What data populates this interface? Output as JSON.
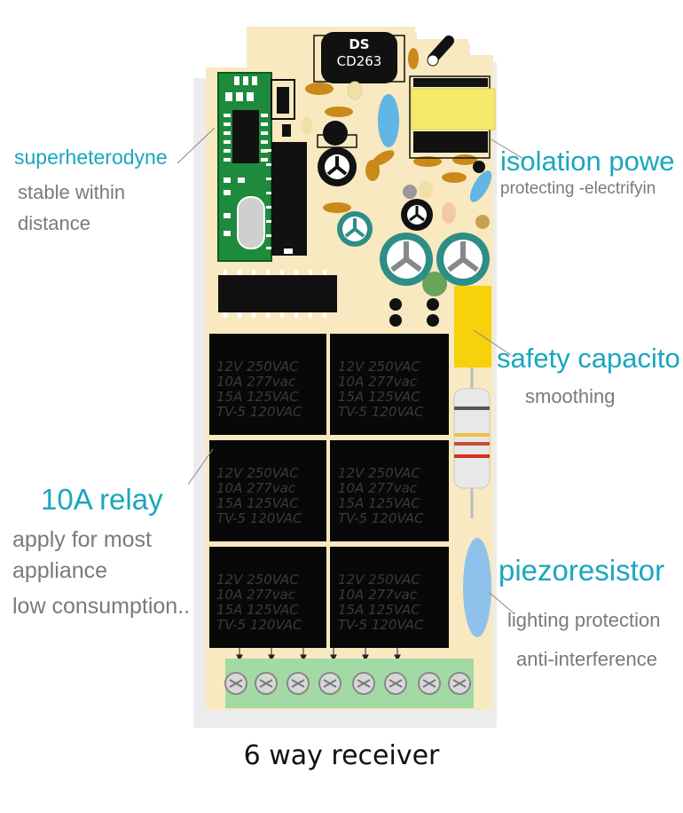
{
  "chip": {
    "line1": "DS",
    "line2": "CD263"
  },
  "relay_spec": [
    "12V 250VAC",
    "10A 277vac",
    "15A 125VAC",
    "TV-5 120VAC"
  ],
  "labels": {
    "superheterodyne": {
      "title": "superheterodyne",
      "line1": "stable within",
      "line2": "distance"
    },
    "isolation": {
      "title": "isolation powe",
      "sub": "protecting -electrifyin"
    },
    "safety": {
      "title": "safety capacito",
      "sub": "smoothing"
    },
    "relay": {
      "title": "10A relay",
      "line1": "apply for most",
      "line2": "appliance",
      "line3": "low consumption.."
    },
    "piezo": {
      "title": "piezoresistor",
      "line1": "lighting protection",
      "line2": "anti-interference"
    }
  },
  "caption": "6 way receiver",
  "colors": {
    "board": "#f8e9c0",
    "relay": "#080808",
    "terminal": "#a3d9a5",
    "accent_teal": "#1aa6bf",
    "capacitor_yellow": "#f5d20a",
    "green_module": "#1e8a3c"
  }
}
